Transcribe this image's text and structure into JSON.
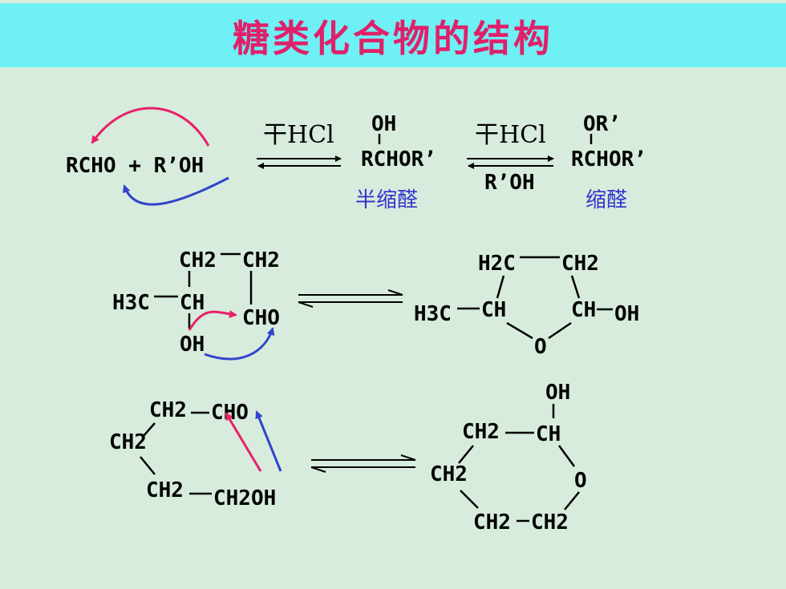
{
  "title": "糖类化合物的结构",
  "reaction1": {
    "reactants": "RCHO + R’OH",
    "condition1": "干HCl",
    "hemiacetal_oh": "OH",
    "hemiacetal": "RCHOR’",
    "condition2": "干HCl",
    "byproduct": "R’OH",
    "acetal_or": "OR’",
    "acetal": "RCHOR’",
    "hemiacetal_name": "半缩醛",
    "acetal_name": "缩醛"
  },
  "reaction2": {
    "open": {
      "ch2_a": "CH2",
      "ch2_b": "CH2",
      "h3c": "H3C",
      "ch": "CH",
      "cho": "CHO",
      "oh": "OH"
    },
    "ring": {
      "h2c": "H2C",
      "ch2": "CH2",
      "h3c": "H3C",
      "ch_left": "CH",
      "ch_right": "CH",
      "oh": "OH",
      "o": "O"
    }
  },
  "reaction3": {
    "open": {
      "ch2_top": "CH2",
      "cho": "CHO",
      "ch2_left": "CH2",
      "ch2_bottom": "CH2",
      "ch2oh": "CH2OH"
    },
    "ring": {
      "oh": "OH",
      "ch2_top": "CH2",
      "ch": "CH",
      "ch2_left": "CH2",
      "o": "O",
      "ch2_b1": "CH2",
      "ch2_b2": "CH2"
    }
  },
  "colors": {
    "title": "#e0206a",
    "title_bar": "#6ff0f4",
    "background": "#d7ecdc",
    "arrow_red": "#e8206a",
    "arrow_blue": "#3344cc",
    "label_blue": "#3333cc"
  }
}
